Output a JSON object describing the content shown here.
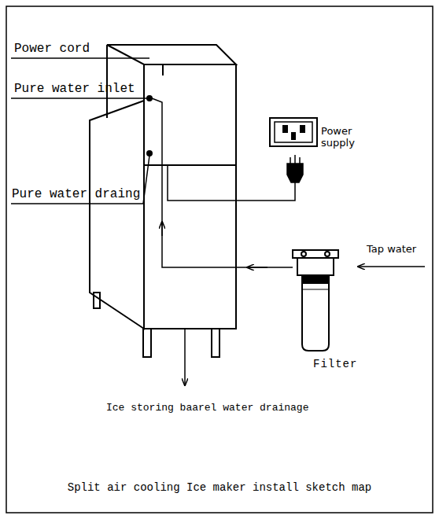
{
  "diagram": {
    "caption": "Split air cooling Ice maker install sketch map",
    "labels": [
      "Power cord",
      "Pure water inlet",
      "Pure water draing",
      "Power supply",
      "Tap water",
      "Filter",
      "Ice storing baarel water drainage"
    ]
  }
}
